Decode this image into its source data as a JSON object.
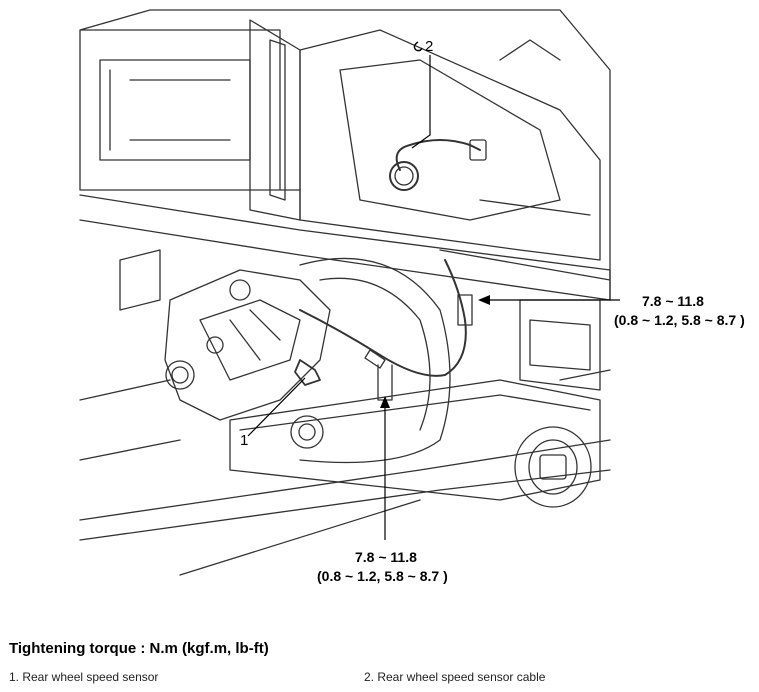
{
  "callouts": {
    "part_1": "1",
    "part_2": "2",
    "torque_right_line1": "7.8 ~ 11.8",
    "torque_right_line2": "(0.8 ~ 1.2, 5.8 ~ 8.7 )",
    "torque_bottom_line1": "7.8 ~ 11.8",
    "torque_bottom_line2": "(0.8 ~ 1.2, 5.8 ~ 8.7 )"
  },
  "torque_heading": "Tightening torque : N.m (kgf.m, lb-ft)",
  "legend": [
    "1. Rear wheel speed sensor",
    "2. Rear wheel speed sensor cable"
  ]
}
